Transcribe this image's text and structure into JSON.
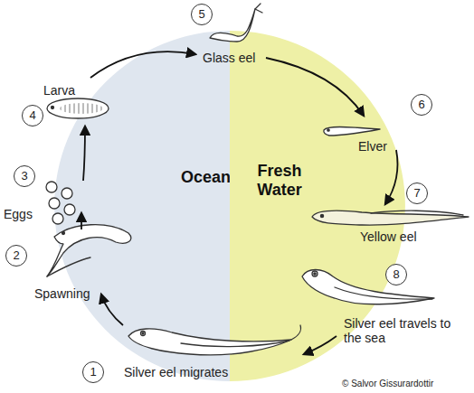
{
  "diagram": {
    "nodes": [
      {
        "text": [
          "Ocean"
        ]
      },
      {
        "text": [
          "Fresh Water"
        ]
      }
    ],
    "labels": [
      "1",
      "Silver eel migrates",
      "2",
      "Spawning",
      "3",
      "Eggs",
      "4",
      "Larva",
      "5",
      "Glass eel",
      "6",
      "Elver",
      "7",
      "Yellow eel",
      "8",
      "Silver eel travels to the sea",
      "© Salvor Gissurardottir"
    ]
  }
}
